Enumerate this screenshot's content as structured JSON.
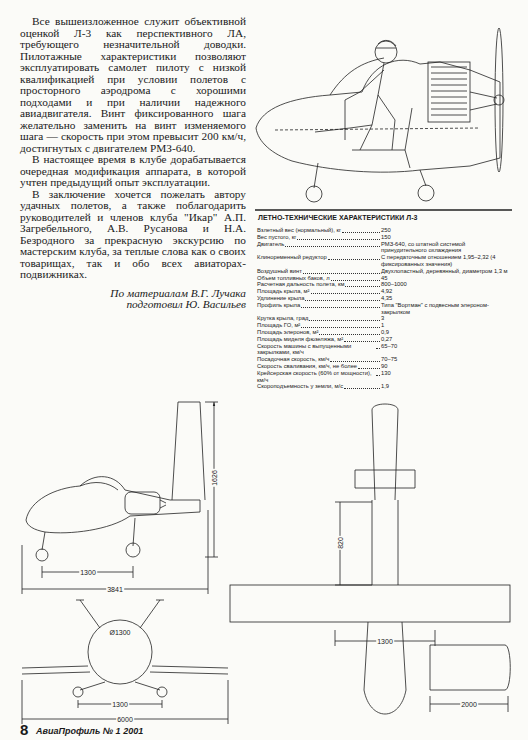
{
  "diagram": {
    "labels": [
      "Все вышеизложенное служит объективной оценкой Л-3 как перспективного ЛА, требующего незначительной доводки. Пилотажные характеристики позволяют эксплуатировать самолет пилоту с низкой квалификацией при условии полетов с просторного аэродрома с хорошими подходами и при наличии надежного авиадвигателя. Винт фиксированного шага желательно заменить на винт изменяемого шага — скорость при этом превысит 200 км/ч, достигнутых с двигателем РМЗ-640.",
      "В настоящее время в клубе дорабатывается очередная модификация аппарата, в которой учтен предыдущий опыт эксплуатации.",
      "В заключение хочется пожелать автору удачных полетов, а также поблагодарить руководителей и членов клуба \"Икар\" А.П. Загребельного, А.В. Русанова и Н.А. Безродного за прекрасную экскурсию по мастерским клуба, за теплые слова как о своих товарищах, так и обо всех авиаторах-подвижниках.",
      "По материалам В.Г. Лучака",
      "подготовил Ю. Васильев",
      "ЛЕТНО-ТЕХНИЧЕСКИЕ ХАРАКТЕРИСТИКИ Л-3",
      "Взлетный вес (нормальный), кг",
      "250",
      "Вес пустого, кг",
      "150",
      "Двигатель",
      "РМЗ-640, со штатной системой принудительного охлаждения",
      "Клиноременный редуктор",
      "С передаточным отношением 1,95–2,32 (4 фиксированных значения)",
      "Воздушный винт",
      "Двухлопастный, деревянный, диаметром 1,3 м",
      "Объем топливных баков, л",
      "45",
      "Расчетная дальность полета, км",
      "800–1000",
      "Площадь крыла, м²",
      "4,92",
      "Удлинение крыла",
      "4,35",
      "Профиль крыла",
      "Типа \"Вортман\" с подвесным элероном-закрылком",
      "Крутка крыла, град",
      "3",
      "Площадь ГО, м²",
      "1",
      "Площадь элеронов, м²",
      "0,9",
      "Площадь миделя фюзеляжа, м²",
      "0,27",
      "Скорость машины с выпущенными закрылками, км/ч",
      "65–70",
      "Посадочная скорость, км/ч",
      "70–75",
      "Скорость сваливания, км/ч, не более",
      "90",
      "Крейсерская скорость (60% от мощности), км/ч",
      "130",
      "Скороподъемность у земли, м/с",
      "1,9",
      "1626",
      "3841",
      "1300",
      "820",
      "1300",
      "2000",
      "Ø1300",
      "1300",
      "6000",
      "8",
      "АвиаПрофиль № 1 2001"
    ]
  }
}
